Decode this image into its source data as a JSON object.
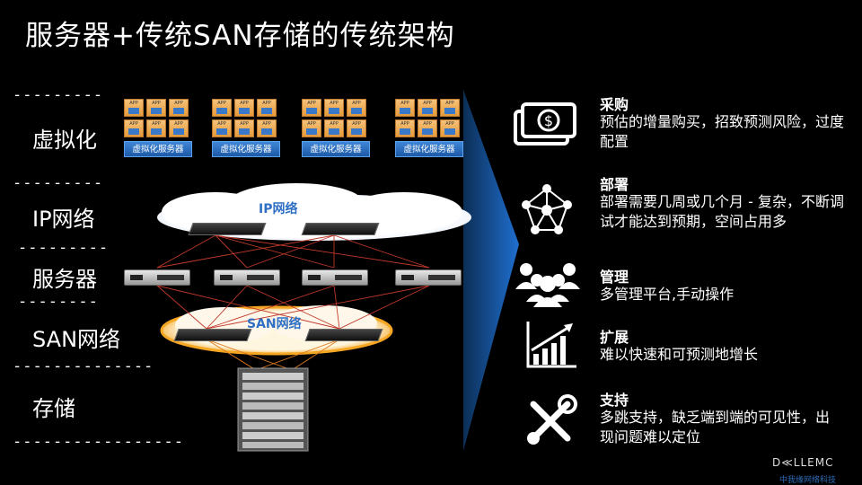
{
  "title": "服务器+传统SAN存储的传统架构",
  "layers": [
    "虚拟化",
    "IP网络",
    "服务器",
    "SAN网络",
    "存储"
  ],
  "dash_lines": [
    "---------",
    "---------",
    "---------",
    "--------",
    "--------------",
    "-----------------"
  ],
  "host_label": "虚拟化服务器",
  "app_label": "APP",
  "ip_cloud_label": "IP网络",
  "san_cloud_label": "SAN网络",
  "items": [
    {
      "icon": "money-icon",
      "title": "采购",
      "desc": "预估的增量购买，招致预测风险，过度配置"
    },
    {
      "icon": "network-icon",
      "title": "部署",
      "desc": "部署需要几周或几个月 - 复杂，不断调试才能达到预期，空间占用多"
    },
    {
      "icon": "people-icon",
      "title": "管理",
      "desc": "多管理平台,手动操作"
    },
    {
      "icon": "growth-chart-icon",
      "title": "扩展",
      "desc": "难以快速和可预测地增长"
    },
    {
      "icon": "tools-icon",
      "title": "支持",
      "desc": "多跳支持，缺乏端到端的可见性，出现问题难以定位"
    }
  ],
  "brand": "D≪LLEMC",
  "watermark": "中我缘网络科技",
  "colors": {
    "accent_blue": "#1f6fd0",
    "line_red": "#c0392b",
    "cloud_glow": "#f5a623"
  }
}
